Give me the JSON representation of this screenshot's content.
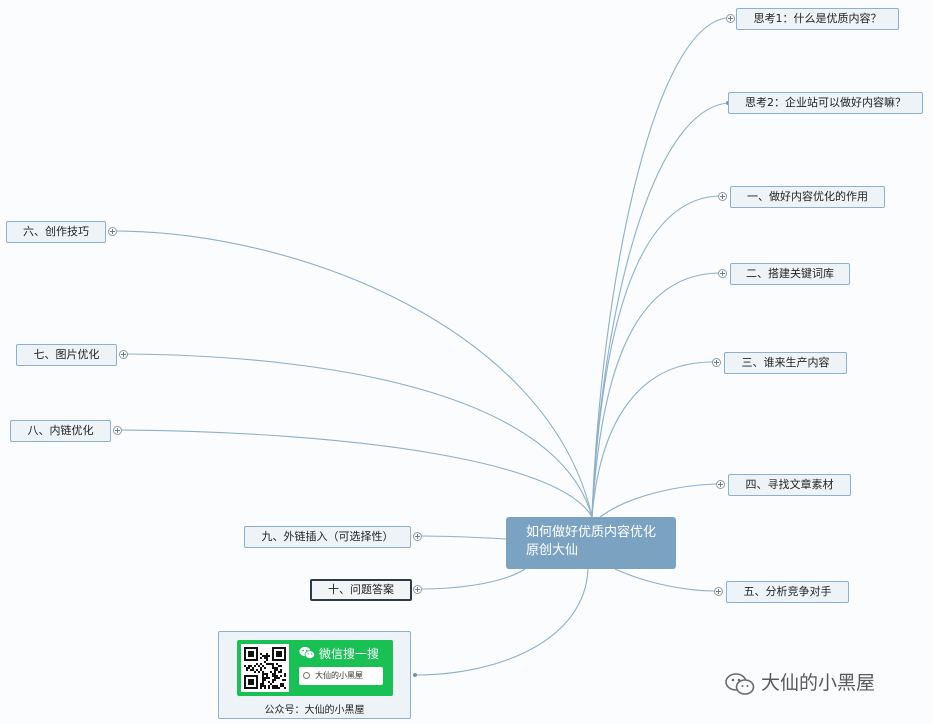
{
  "center": {
    "line1": "如何做好优质内容优化",
    "line2": "原创大仙"
  },
  "right_topics": [
    {
      "id": "r1",
      "label": "思考1：什么是优质内容？"
    },
    {
      "id": "r2",
      "label": "思考2：企业站可以做好内容嘛？"
    },
    {
      "id": "r3",
      "label": "一、做好内容优化的作用"
    },
    {
      "id": "r4",
      "label": "二、搭建关键词库"
    },
    {
      "id": "r5",
      "label": "三、谁来生产内容"
    },
    {
      "id": "r6",
      "label": "四、寻找文章素材"
    },
    {
      "id": "r7",
      "label": "五、分析竞争对手"
    }
  ],
  "left_topics": [
    {
      "id": "l1",
      "label": "六、创作技巧"
    },
    {
      "id": "l2",
      "label": "七、图片优化"
    },
    {
      "id": "l3",
      "label": "八、内链优化"
    },
    {
      "id": "l4",
      "label": "九、外链插入（可选择性）"
    },
    {
      "id": "l5",
      "label": "十、问题答案"
    }
  ],
  "qr_card": {
    "search_title": "微信搜一搜",
    "search_text": "大仙的小黑屋",
    "caption": "公众号：大仙的小黑屋"
  },
  "watermark": {
    "text": "大仙的小黑屋"
  },
  "colors": {
    "connector": "#8fafc6",
    "center_fill": "#7ba3c1",
    "node_fill": "#eef3f8",
    "wechat_green": "#19c155"
  }
}
